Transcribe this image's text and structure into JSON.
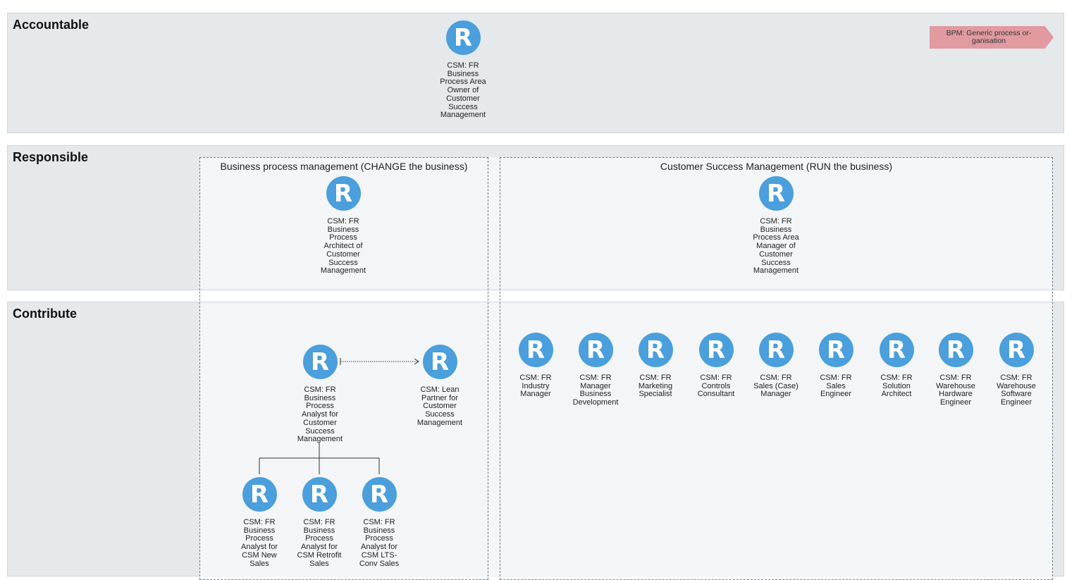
{
  "lanes": {
    "accountable": "Accountable",
    "responsible": "Responsible",
    "contribute": "Contribute"
  },
  "tag": "BPM: Generic process or-\nganisation",
  "groups": {
    "change": "Business process management (CHANGE the business)",
    "run": "Customer Success Management (RUN the business)"
  },
  "role_icon": "R",
  "roles": {
    "bpa_owner": "CSM: FR\nBusiness\nProcess Area\nOwner of\nCustomer\nSuccess\nManagement",
    "bp_architect": "CSM: FR\nBusiness\nProcess\nArchitect of\nCustomer\nSuccess\nManagement",
    "bpa_manager": "CSM: FR\nBusiness\nProcess Area\nManager of\nCustomer\nSuccess\nManagement",
    "bp_analyst": "CSM: FR\nBusiness\nProcess\nAnalyst for\nCustomer\nSuccess\nManagement",
    "lean_partner": "CSM: Lean\nPartner for\nCustomer\nSuccess\nManagement",
    "analyst_new": "CSM: FR\nBusiness\nProcess\nAnalyst for\nCSM New\nSales",
    "analyst_retrofit": "CSM: FR\nBusiness\nProcess\nAnalyst for\nCSM Retrofit\nSales",
    "analyst_lts": "CSM: FR\nBusiness\nProcess\nAnalyst for\nCSM LTS-\nConv Sales",
    "industry_manager": "CSM: FR\nIndustry\nManager",
    "manager_bizdev": "CSM: FR\nManager\nBusiness\nDevelopment",
    "marketing_specialist": "CSM: FR\nMarketing\nSpecialist",
    "controls_consultant": "CSM: FR\nControls\nConsultant",
    "sales_case_manager": "CSM: FR\nSales (Case)\nManager",
    "sales_engineer": "CSM: FR\nSales\nEngineer",
    "solution_architect": "CSM: FR\nSolution\nArchitect",
    "warehouse_hw": "CSM: FR\nWarehouse\nHardware\nEngineer",
    "warehouse_sw": "CSM: FR\nWarehouse\nSoftware\nEngineer"
  },
  "colors": {
    "role_circle": "#4a9fdc",
    "lane_bg": "#e5e9ec",
    "group_bg": "#f3f5f7",
    "tag_bg": "#e09aa0"
  }
}
